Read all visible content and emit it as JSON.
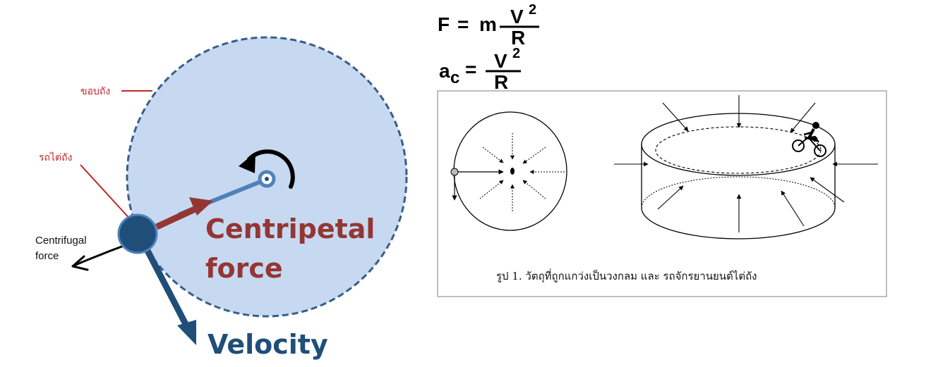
{
  "left_diagram": {
    "rim_label": "ขอบถัง",
    "car_label": "รถไต่ถัง",
    "centrifugal_label_line1": "Centrifugal",
    "centrifugal_label_line2": "force",
    "centripetal_label_line1": "Centripetal",
    "centripetal_label_line2": "force",
    "velocity_label": "Velocity",
    "colors": {
      "disc_fill": "#c6d9f1",
      "disc_border": "#385d8a",
      "car_ball": "#1f4e79",
      "centripetal_arrow": "#943634",
      "velocity_arrow": "#1f4e79",
      "label_red": "#c0272d"
    }
  },
  "formulas": {
    "force_lhs": "F",
    "equals": "=",
    "mass": "m",
    "numerator": "V",
    "exponent": "2",
    "denominator": "R",
    "accel_lhs": "a",
    "accel_subscript": "c"
  },
  "figure_box": {
    "caption": "รูป 1. วัตถุที่ถูกแกว่งเป็นวงกลม และ รถจักรยานยนต์ไต่ถัง",
    "rider_icon": "motorcycle-rider-icon"
  }
}
